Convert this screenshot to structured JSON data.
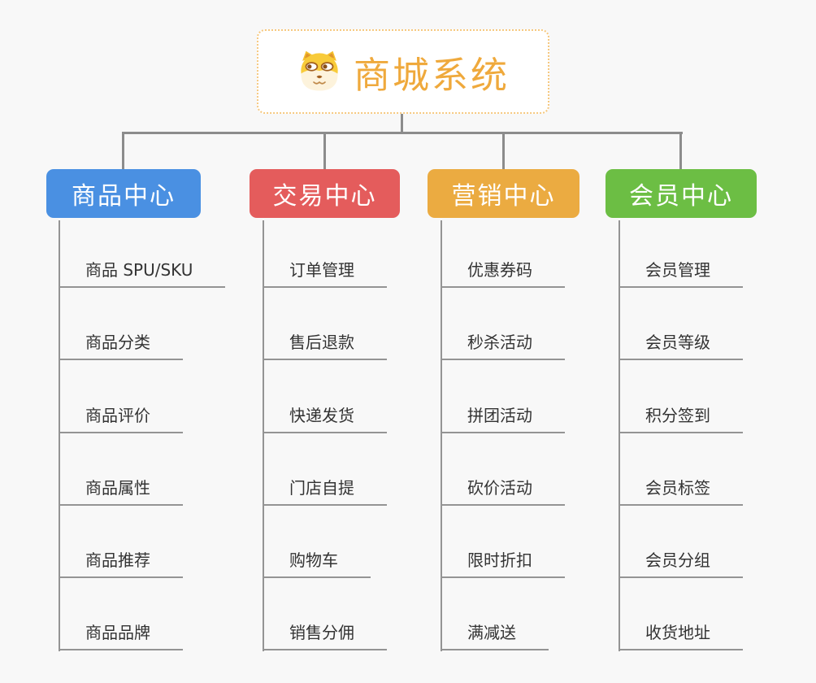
{
  "root": {
    "label": "商城系统",
    "icon": "dog-face-icon",
    "text_color": "#efa93c",
    "border_color": "#f6c87f",
    "background": "#ffffff"
  },
  "colors": {
    "canvas_background": "#f8f8f8",
    "connector": "#8c8c8c",
    "leaf_line": "#949494",
    "leaf_text": "#333333",
    "branch_text": "#ffffff"
  },
  "branches": [
    {
      "label": "商品中心",
      "color": "#4a90e2",
      "items": [
        "商品 SPU/SKU",
        "商品分类",
        "商品评价",
        "商品属性",
        "商品推荐",
        "商品品牌"
      ]
    },
    {
      "label": "交易中心",
      "color": "#e45c5c",
      "items": [
        "订单管理",
        "售后退款",
        "快递发货",
        "门店自提",
        "购物车",
        "销售分佣"
      ]
    },
    {
      "label": "营销中心",
      "color": "#ebab41",
      "items": [
        "优惠券码",
        "秒杀活动",
        "拼团活动",
        "砍价活动",
        "限时折扣",
        "满减送"
      ]
    },
    {
      "label": "会员中心",
      "color": "#6cbe44",
      "items": [
        "会员管理",
        "会员等级",
        "积分签到",
        "会员标签",
        "会员分组",
        "收货地址"
      ]
    }
  ]
}
